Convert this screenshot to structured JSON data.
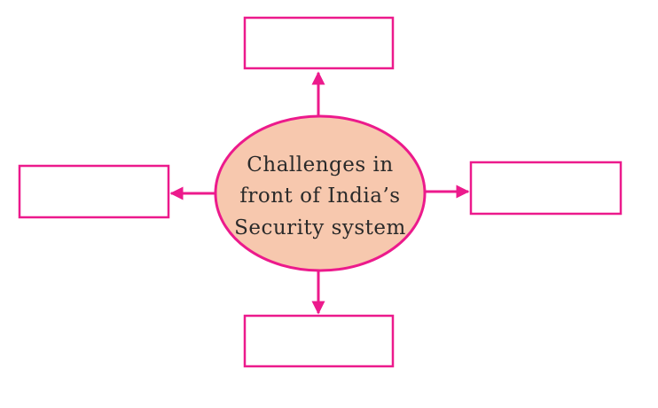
{
  "diagram": {
    "center_label_lines": [
      "Challenges in",
      "front of India’s",
      "Security system"
    ],
    "boxes": [
      {
        "id": "top",
        "text": ""
      },
      {
        "id": "left",
        "text": ""
      },
      {
        "id": "right",
        "text": ""
      },
      {
        "id": "bottom",
        "text": ""
      }
    ],
    "colors": {
      "stroke": "#ec1a8c",
      "ellipse_fill": "#f7c8ae",
      "text": "#2a2a2a"
    }
  }
}
